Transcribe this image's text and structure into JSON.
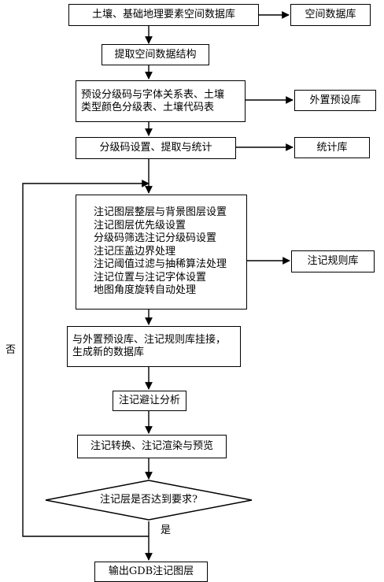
{
  "nodes": {
    "n1": "土壤、基础地理要素空间数据库",
    "db_spatial": "空间数据库",
    "n2": "提取空间数据结构",
    "n3": [
      "预设分级码与字体关系表、土壤",
      "类型颜色分级表、土壤代码表"
    ],
    "db_preset": "外置预设库",
    "n4": "分级码设置、提取与统计",
    "db_stats": "统计库",
    "n5": [
      "注记图层整层与背景图层设置",
      "注记图层优先级设置",
      "分级码筛选注记分级码设置",
      "注记压盖边界处理",
      "注记阈值过滤与抽稀算法处理",
      "注记位置与注记字体设置",
      "地图角度旋转自动处理"
    ],
    "db_rules": "注记规则库",
    "n6": [
      "与外置预设库、注记规则库挂接，",
      "生成新的数据库"
    ],
    "n7": "注记避让分析",
    "n8": "注记转换、注记渲染与预览",
    "decision": "注记层是否达到要求?",
    "output": "输出GDB注记图层"
  },
  "edge_labels": {
    "no": "否",
    "yes": "是"
  }
}
